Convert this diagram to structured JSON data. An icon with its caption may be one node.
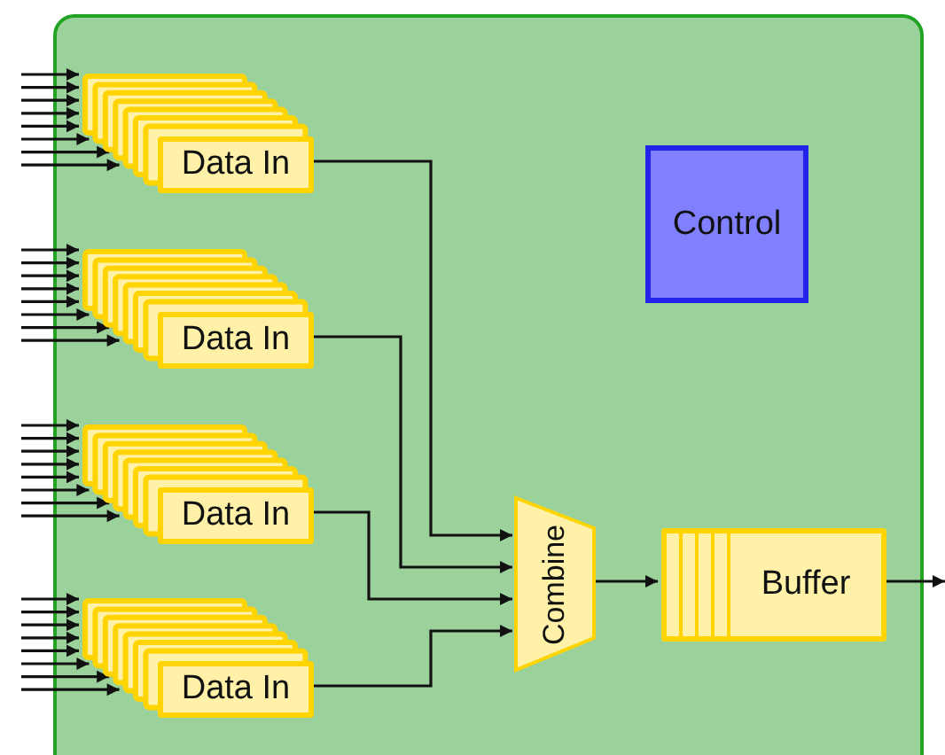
{
  "diagram": {
    "nodes": [
      {
        "text": [],
        "shape": "box"
      },
      {
        "text": [
          "Data In"
        ],
        "in": 0
      },
      {
        "text": [
          "Data In"
        ],
        "in": 0
      },
      {
        "text": [
          "Data In"
        ],
        "in": 0
      },
      {
        "text": [
          "Data In"
        ],
        "in": 0
      },
      {
        "text": [
          "Control"
        ],
        "in": 0
      },
      {
        "text": [
          "Combine"
        ],
        "in": 0
      },
      {
        "text": [
          "Buffer"
        ],
        "in": 0
      }
    ],
    "edges": [
      {
        "from": null,
        "to": 1,
        "arrow": "to"
      },
      {
        "from": null,
        "to": 1,
        "arrow": "to"
      },
      {
        "from": null,
        "to": 1,
        "arrow": "to"
      },
      {
        "from": null,
        "to": 1,
        "arrow": "to"
      },
      {
        "from": null,
        "to": 1,
        "arrow": "to"
      },
      {
        "from": null,
        "to": 1,
        "arrow": "to"
      },
      {
        "from": null,
        "to": 1,
        "arrow": "to"
      },
      {
        "from": null,
        "to": 1,
        "arrow": "to"
      },
      {
        "from": null,
        "to": 2,
        "arrow": "to"
      },
      {
        "from": null,
        "to": 2,
        "arrow": "to"
      },
      {
        "from": null,
        "to": 2,
        "arrow": "to"
      },
      {
        "from": null,
        "to": 2,
        "arrow": "to"
      },
      {
        "from": null,
        "to": 2,
        "arrow": "to"
      },
      {
        "from": null,
        "to": 2,
        "arrow": "to"
      },
      {
        "from": null,
        "to": 2,
        "arrow": "to"
      },
      {
        "from": null,
        "to": 2,
        "arrow": "to"
      },
      {
        "from": null,
        "to": 3,
        "arrow": "to"
      },
      {
        "from": null,
        "to": 3,
        "arrow": "to"
      },
      {
        "from": null,
        "to": 3,
        "arrow": "to"
      },
      {
        "from": null,
        "to": 3,
        "arrow": "to"
      },
      {
        "from": null,
        "to": 3,
        "arrow": "to"
      },
      {
        "from": null,
        "to": 3,
        "arrow": "to"
      },
      {
        "from": null,
        "to": 3,
        "arrow": "to"
      },
      {
        "from": null,
        "to": 3,
        "arrow": "to"
      },
      {
        "from": null,
        "to": 4,
        "arrow": "to"
      },
      {
        "from": null,
        "to": 4,
        "arrow": "to"
      },
      {
        "from": null,
        "to": 4,
        "arrow": "to"
      },
      {
        "from": null,
        "to": 4,
        "arrow": "to"
      },
      {
        "from": null,
        "to": 4,
        "arrow": "to"
      },
      {
        "from": null,
        "to": 4,
        "arrow": "to"
      },
      {
        "from": null,
        "to": 4,
        "arrow": "to"
      },
      {
        "from": null,
        "to": 4,
        "arrow": "to"
      },
      {
        "from": 1,
        "to": 6,
        "arrow": "to"
      },
      {
        "from": 2,
        "to": 6,
        "arrow": "to"
      },
      {
        "from": 3,
        "to": 6,
        "arrow": "to"
      },
      {
        "from": 4,
        "to": 6,
        "arrow": "to"
      },
      {
        "from": 6,
        "to": 7,
        "arrow": "to"
      },
      {
        "from": 7,
        "to": null,
        "arrow": "to"
      }
    ]
  }
}
